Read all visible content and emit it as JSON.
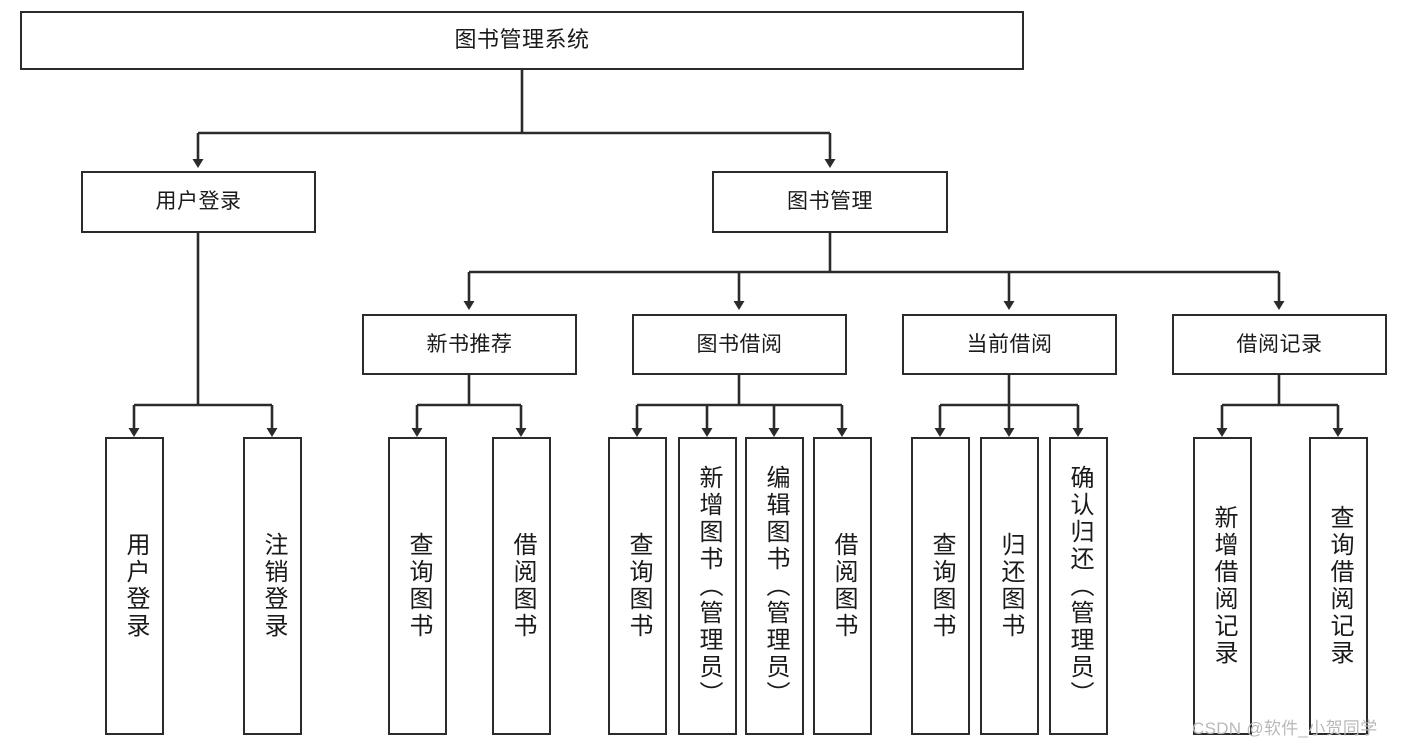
{
  "diagram": {
    "title": "图书管理系统",
    "type": "hierarchy-tree",
    "watermark": "CSDN @软件_小贺同学",
    "colors": {
      "box_border": "#2b2b2b",
      "box_fill": "#ffffff",
      "line": "#2b2b2b",
      "text": "#1a1a1a",
      "watermark": "#b9b9b9",
      "background": "#ffffff"
    }
  },
  "root": {
    "label": "图书管理系统"
  },
  "level2": [
    {
      "label": "用户登录"
    },
    {
      "label": "图书管理"
    }
  ],
  "level3": [
    {
      "label": "新书推荐"
    },
    {
      "label": "图书借阅"
    },
    {
      "label": "当前借阅"
    },
    {
      "label": "借阅记录"
    }
  ],
  "leaves": {
    "user_login": [
      {
        "label": "用户登录"
      },
      {
        "label": "注销登录"
      }
    ],
    "new_book_recommend": [
      {
        "label": "查询图书"
      },
      {
        "label": "借阅图书"
      }
    ],
    "book_borrow": [
      {
        "label": "查询图书"
      },
      {
        "label": "新增图书（管理员）"
      },
      {
        "label": "编辑图书（管理员）"
      },
      {
        "label": "借阅图书"
      }
    ],
    "current_borrow": [
      {
        "label": "查询图书"
      },
      {
        "label": "归还图书"
      },
      {
        "label": "确认归还（管理员）"
      }
    ],
    "borrow_records": [
      {
        "label": "新增借阅记录"
      },
      {
        "label": "查询借阅记录"
      }
    ]
  }
}
